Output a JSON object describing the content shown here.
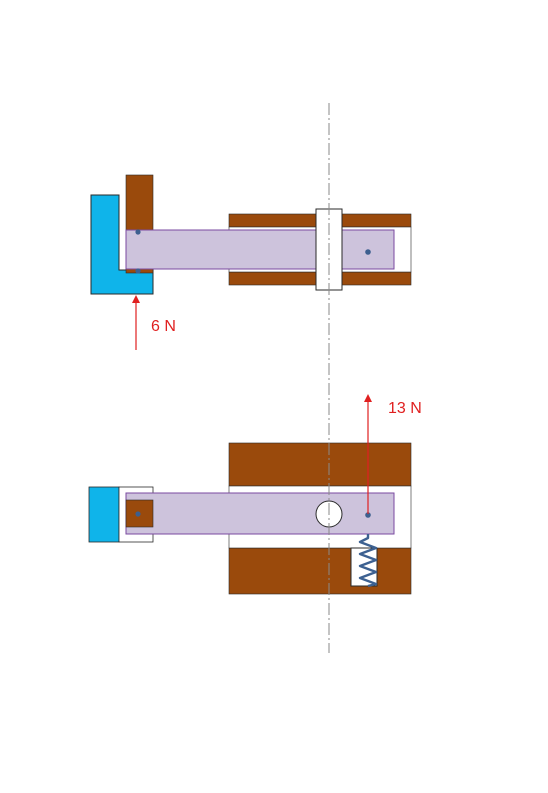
{
  "colors": {
    "housing": "#9a4a0c",
    "lever": "#cdc3dc",
    "lever_stroke": "#7a4aa0",
    "bracket": "#0fb4ea",
    "force": "#e02020",
    "spring": "#3d6191",
    "centerline": "#8a8a8a",
    "outline": "#2a2a2a",
    "point": "#3d5f8f"
  },
  "forces": {
    "top": {
      "value": 6,
      "unit": "N",
      "label": "6 N",
      "direction": "up"
    },
    "bottom": {
      "value": 13,
      "unit": "N",
      "label": "13 N",
      "direction": "up"
    }
  }
}
